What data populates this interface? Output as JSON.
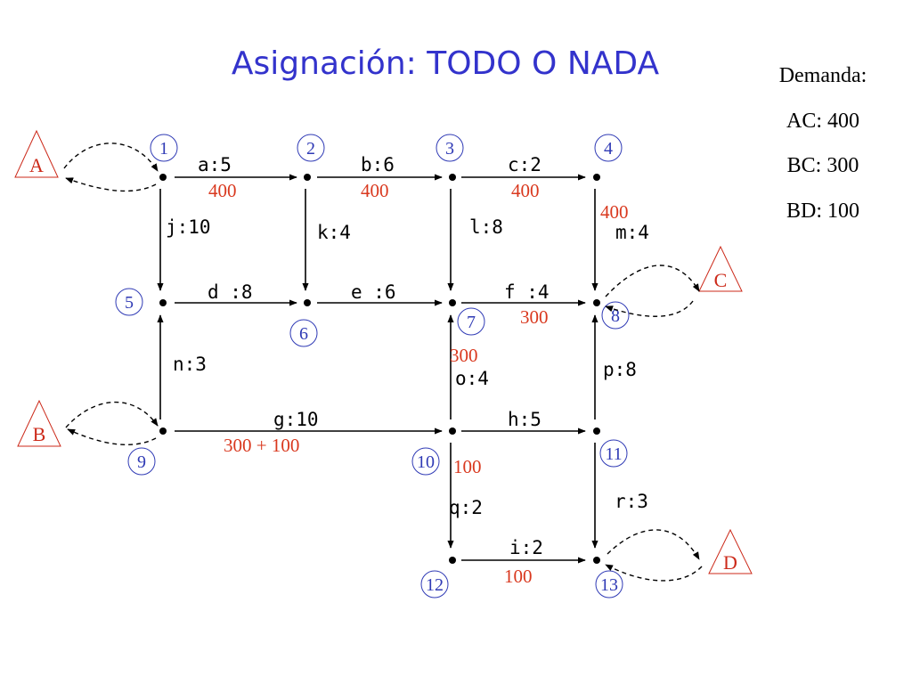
{
  "title": "Asignación: TODO O NADA",
  "demand": {
    "heading": "Demanda:",
    "items": [
      "AC: 400",
      "BC: 300",
      "BD: 100"
    ]
  },
  "zones": [
    "A",
    "B",
    "C",
    "D"
  ],
  "nodes": [
    "1",
    "2",
    "3",
    "4",
    "5",
    "6",
    "7",
    "8",
    "9",
    "10",
    "11",
    "12",
    "13"
  ],
  "links": {
    "a": {
      "label": "a:5",
      "flow": "400"
    },
    "b": {
      "label": "b:6",
      "flow": "400"
    },
    "c": {
      "label": "c:2",
      "flow": "400"
    },
    "d": {
      "label": "d :8"
    },
    "e": {
      "label": "e :6"
    },
    "f": {
      "label": "f :4",
      "flow": "300"
    },
    "g": {
      "label": "g:10",
      "flow": "300 + 100"
    },
    "h": {
      "label": "h:5"
    },
    "i": {
      "label": "i:2",
      "flow": "100"
    },
    "j": {
      "label": "j:10"
    },
    "k": {
      "label": "k:4"
    },
    "l": {
      "label": "l:8"
    },
    "m": {
      "label": "m:4",
      "flow": "400"
    },
    "n": {
      "label": "n:3"
    },
    "o": {
      "label": "o:4",
      "flow": "300"
    },
    "p": {
      "label": "p:8"
    },
    "q": {
      "label": "q:2",
      "flow": "100"
    },
    "r": {
      "label": "r:3"
    }
  },
  "colors": {
    "title": "#3333cc",
    "flow": "#d9381e",
    "node_number": "#2f3ab5",
    "zone": "#cc2a1a"
  }
}
